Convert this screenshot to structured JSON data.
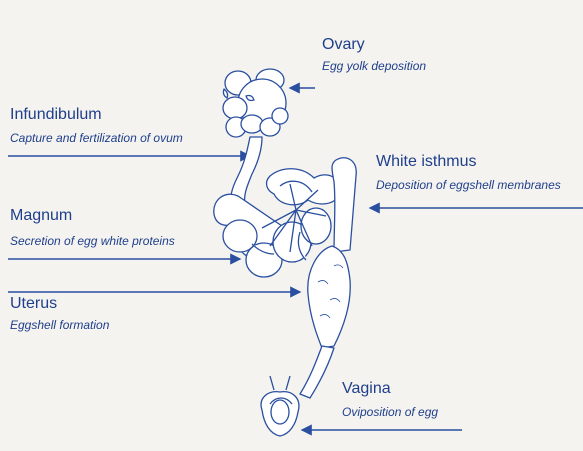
{
  "labels": {
    "ovary": {
      "name": "Ovary",
      "description": "Egg yolk deposition"
    },
    "infundibulum": {
      "name": "Infundibulum",
      "description": "Capture and fertilization of ovum"
    },
    "white_isthmus": {
      "name": "White isthmus",
      "description": "Deposition of eggshell membranes"
    },
    "magnum": {
      "name": "Magnum",
      "description": "Secretion of egg white proteins"
    },
    "uterus": {
      "name": "Uterus",
      "description": "Eggshell formation"
    },
    "vagina": {
      "name": "Vagina",
      "description": "Oviposition of egg"
    }
  },
  "colors": {
    "ink": "#1f3f8c",
    "line": "#2a4fa0",
    "organ_fill": "#ffffff",
    "background": "#f4f3ef"
  }
}
